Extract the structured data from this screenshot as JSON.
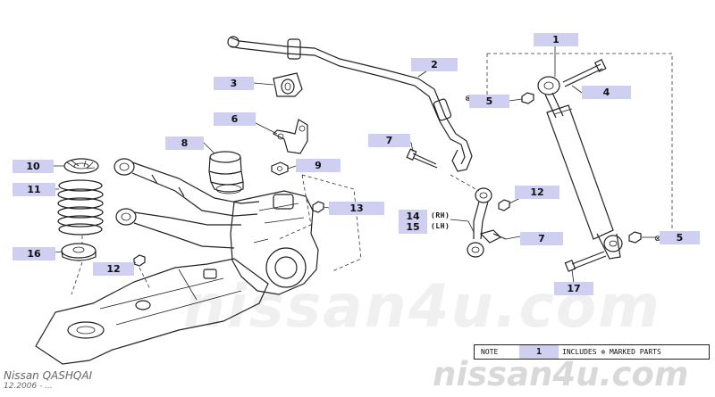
{
  "callouts": [
    {
      "id": "c1",
      "label": "1"
    },
    {
      "id": "c2",
      "label": "2"
    },
    {
      "id": "c3",
      "label": "3"
    },
    {
      "id": "c4",
      "label": "4"
    },
    {
      "id": "c5a",
      "label": "5"
    },
    {
      "id": "c5b",
      "label": "5"
    },
    {
      "id": "c6",
      "label": "6"
    },
    {
      "id": "c7a",
      "label": "7"
    },
    {
      "id": "c7b",
      "label": "7"
    },
    {
      "id": "c8",
      "label": "8"
    },
    {
      "id": "c9",
      "label": "9"
    },
    {
      "id": "c10",
      "label": "10"
    },
    {
      "id": "c11",
      "label": "11"
    },
    {
      "id": "c12a",
      "label": "12"
    },
    {
      "id": "c12b",
      "label": "12"
    },
    {
      "id": "c13",
      "label": "13"
    },
    {
      "id": "c14",
      "label": "14"
    },
    {
      "id": "c15",
      "label": "15"
    },
    {
      "id": "c16",
      "label": "16"
    },
    {
      "id": "c17",
      "label": "17"
    }
  ],
  "side_tags": {
    "rh": "(RH)",
    "lh": "(LH)"
  },
  "note": {
    "label": "NOTE",
    "ref": "1",
    "text": "INCLUDES ⊗ MARKED PARTS"
  },
  "brand": {
    "model": "Nissan QASHQAI",
    "date": "12.2006 - ..."
  },
  "watermark": {
    "main": "nissan4u.com",
    "footer": "nissan4u.com"
  }
}
